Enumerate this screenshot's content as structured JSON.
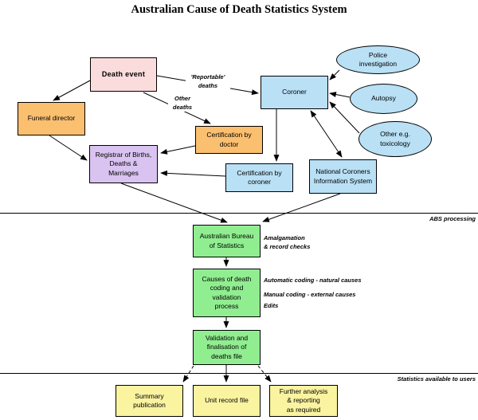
{
  "title": "Australian Cause of Death Statistics System",
  "colors": {
    "pink": "#fbdcdc",
    "orange": "#fbbf70",
    "blue": "#b9e0f5",
    "purple": "#d9c3f0",
    "green": "#90ee90",
    "yellow": "#faf3a0"
  },
  "nodes": {
    "death_event": "Death event",
    "funeral_director": "Funeral director",
    "coroner": "Coroner",
    "police_investigation": "Police\ninvestigation",
    "autopsy": "Autopsy",
    "other_toxicology": "Other e.g.\ntoxicology",
    "certification_doctor": "Certification by\ndoctor",
    "registrar": "Registrar of Births,\nDeaths &\nMarriages",
    "certification_coroner": "Certification by\ncoroner",
    "ncis": "National Coroners\nInformation System",
    "abs": "Australian Bureau\nof Statistics",
    "causes_coding": "Causes of death\ncoding and\nvalidation\nprocess",
    "validation": "Validation and\nfinalisation of\ndeaths file",
    "summary_publication": "Summary\npublication",
    "unit_record_file": "Unit record file",
    "further_analysis": "Further analysis\n& reporting\nas required"
  },
  "edge_labels": {
    "reportable_deaths": "'Reportable'\ndeaths",
    "other_deaths": "Other\ndeaths"
  },
  "annotations": {
    "amalgamation": "Amalgamation\n& record checks",
    "automatic_coding": "Automatic coding - natural causes",
    "manual_coding": "Manual coding - external causes",
    "edits": "Edits"
  },
  "section_labels": {
    "abs_processing": "ABS processing",
    "stats_available": "Statistics available to users"
  }
}
